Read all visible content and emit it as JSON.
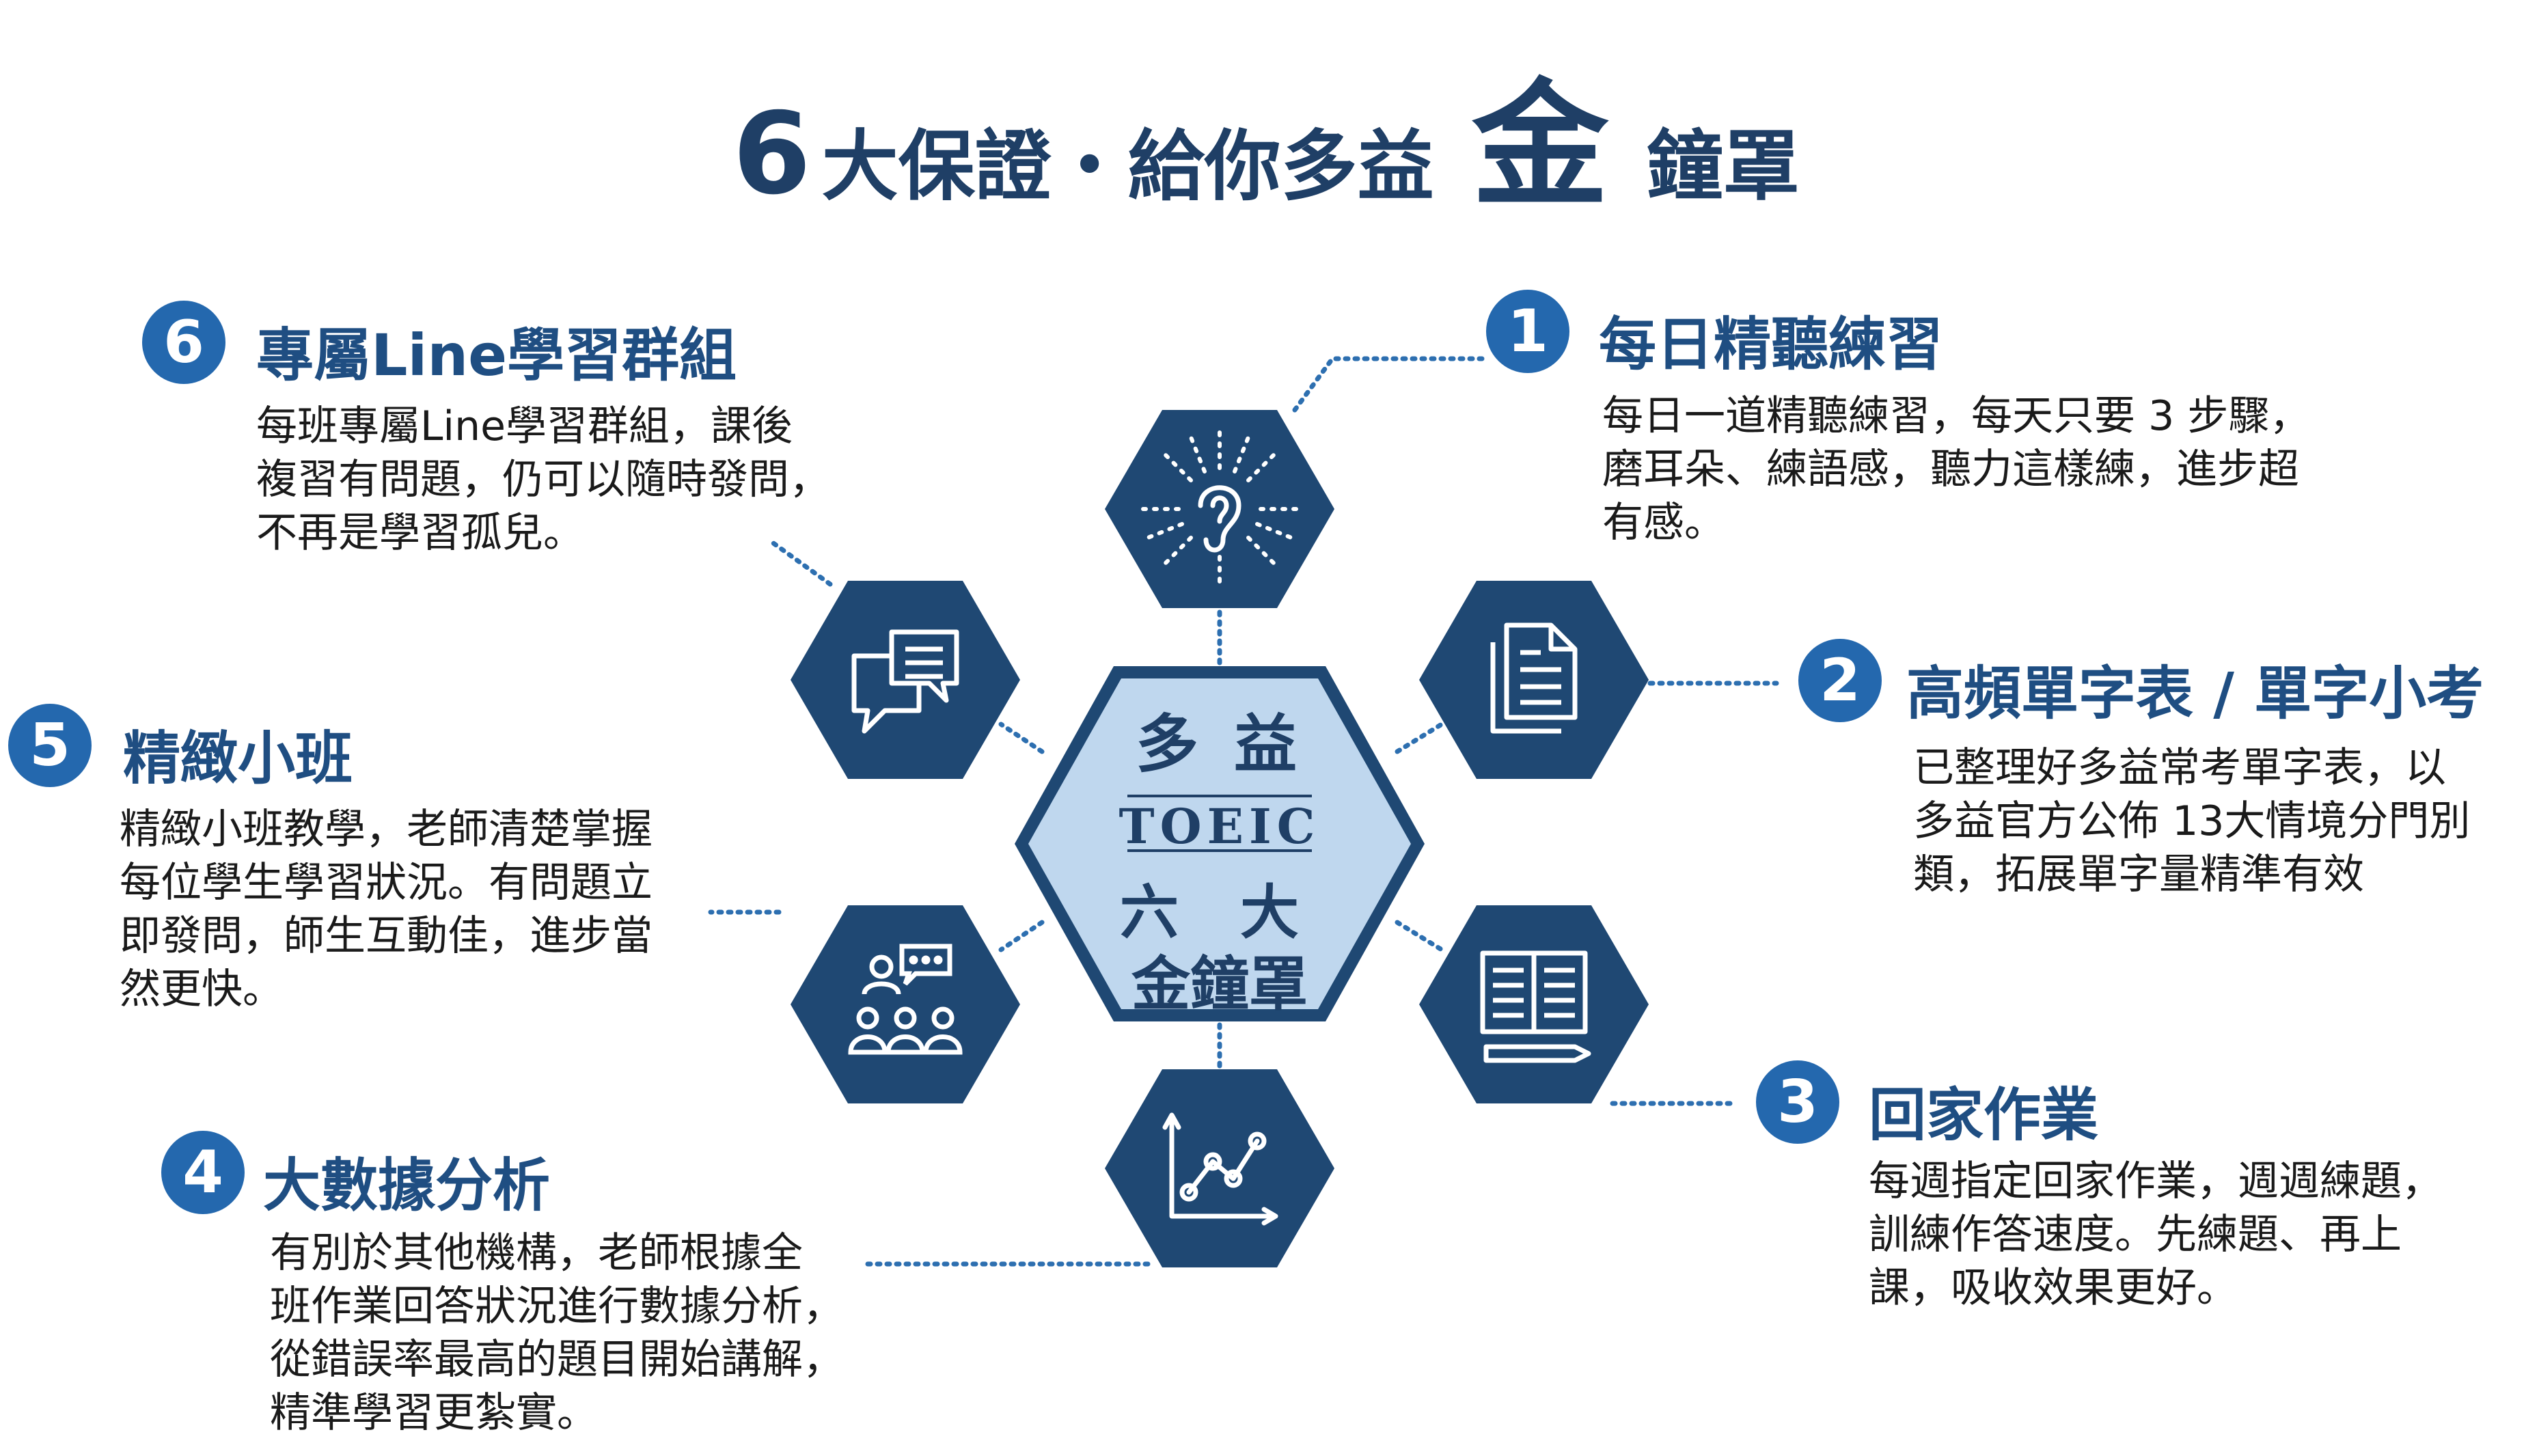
{
  "title": {
    "number": "6",
    "part1": "大保證・給你多益",
    "highlight": "金",
    "part2": "鐘罩"
  },
  "center": {
    "line1": "多 益",
    "line2": "TOEIC",
    "line3": "六 大",
    "line4": "金鐘罩"
  },
  "features": [
    {
      "number": "1",
      "heading": "每日精聽練習",
      "lines": [
        "每日一道精聽練習，每天只要 3 步驟，",
        "磨耳朵、練語感，聽力這樣練，進步超",
        "有感。"
      ],
      "icon": "ear-listening-icon"
    },
    {
      "number": "2",
      "heading": "高頻單字表 / 單字小考",
      "lines": [
        "已整理好多益常考單字表，以",
        "多益官方公佈 13大情境分門別",
        "類，拓展單字量精準有效"
      ],
      "icon": "documents-icon"
    },
    {
      "number": "3",
      "heading": "回家作業",
      "lines": [
        "每週指定回家作業，週週練題，",
        "訓練作答速度。先練題、再上",
        "課，吸收效果更好。"
      ],
      "icon": "open-book-pen-icon"
    },
    {
      "number": "4",
      "heading": "大數據分析",
      "lines": [
        "有別於其他機構，老師根據全",
        "班作業回答狀況進行數據分析，",
        "從錯誤率最高的題目開始講解，",
        "精準學習更紮實。"
      ],
      "icon": "line-chart-icon"
    },
    {
      "number": "5",
      "heading": "精緻小班",
      "lines": [
        "精緻小班教學，老師清楚掌握",
        "每位學生學習狀況。有問題立",
        "即發問，師生互動佳，進步當",
        "然更快。"
      ],
      "icon": "small-class-icon"
    },
    {
      "number": "6",
      "heading": "專屬Line學習群組",
      "lines": [
        "每班專屬Line學習群組，課後",
        "複習有問題，仍可以隨時發問，",
        "不再是學習孤兒。"
      ],
      "icon": "chat-bubbles-icon"
    }
  ],
  "colors": {
    "hex_dark": "#1f4873",
    "hex_center_fill": "#bfd7ee",
    "accent": "#2468ae",
    "dotted_line": "#2d6fb0"
  }
}
